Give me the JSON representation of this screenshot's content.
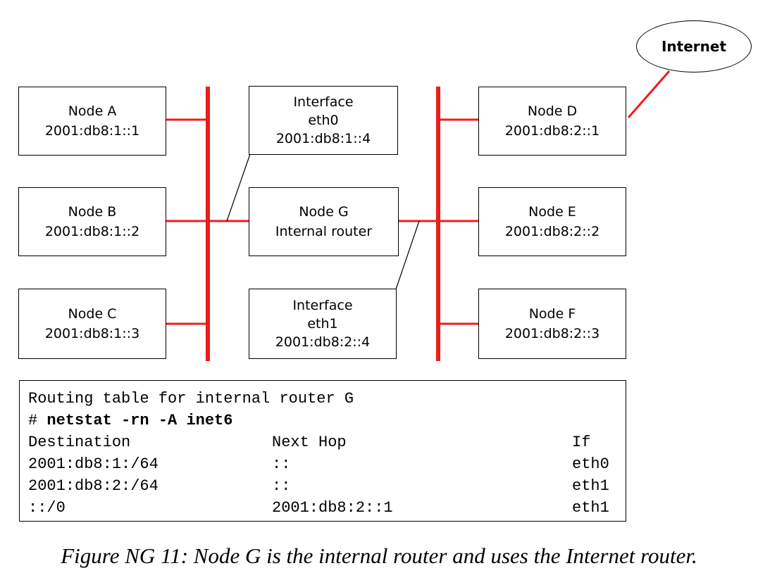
{
  "nodes": {
    "a": {
      "name": "Node A",
      "addr": "2001:db8:1::1"
    },
    "b": {
      "name": "Node B",
      "addr": "2001:db8:1::2"
    },
    "c": {
      "name": "Node C",
      "addr": "2001:db8:1::3"
    },
    "d": {
      "name": "Node D",
      "addr": "2001:db8:2::1"
    },
    "e": {
      "name": "Node E",
      "addr": "2001:db8:2::2"
    },
    "f": {
      "name": "Node F",
      "addr": "2001:db8:2::3"
    },
    "g": {
      "name": "Node G",
      "role": "Internal router"
    }
  },
  "interfaces": {
    "eth0": {
      "label": "Interface",
      "name": "eth0",
      "addr": "2001:db8:1::4"
    },
    "eth1": {
      "label": "Interface",
      "name": "eth1",
      "addr": "2001:db8:2::4"
    }
  },
  "internet": {
    "label": "Internet"
  },
  "routing": {
    "title": "Routing table for internal router G",
    "prompt": "# ",
    "command": "netstat -rn -A inet6",
    "headers": {
      "destination": "Destination",
      "next_hop": "Next Hop",
      "if": "If"
    },
    "rows": [
      {
        "destination": "2001:db8:1:/64",
        "next_hop": "::",
        "if": "eth0"
      },
      {
        "destination": "2001:db8:2:/64",
        "next_hop": "::",
        "if": "eth1"
      },
      {
        "destination": "::/0",
        "next_hop": "2001:db8:2::1",
        "if": "eth1"
      }
    ]
  },
  "caption": "Figure NG 11: Node G is the internal router and uses the Internet router.",
  "colors": {
    "link": "#ee1c1c",
    "border": "#000000"
  }
}
